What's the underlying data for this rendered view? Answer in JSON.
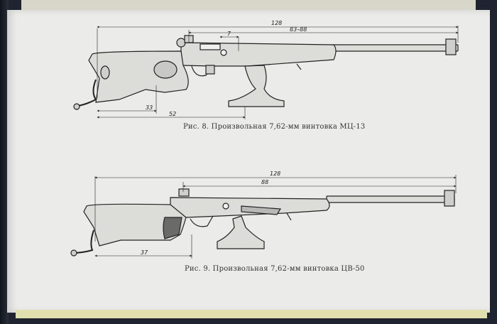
{
  "figures": [
    {
      "caption": "Рис. 8. Произвольная 7,62-мм винтовка МЦ-13",
      "dims": {
        "overall": "128",
        "barrel": "83–88",
        "sight": "7",
        "grip": "33",
        "stock": "52"
      }
    },
    {
      "caption": "Рис. 9. Произвольная 7,62-мм винтовка ЦВ-50",
      "dims": {
        "overall": "128",
        "barrel": "88",
        "grip": "37"
      }
    }
  ],
  "colors": {
    "page": "#ebebea",
    "ink": "#222222",
    "fill": "#dcdcd8"
  }
}
